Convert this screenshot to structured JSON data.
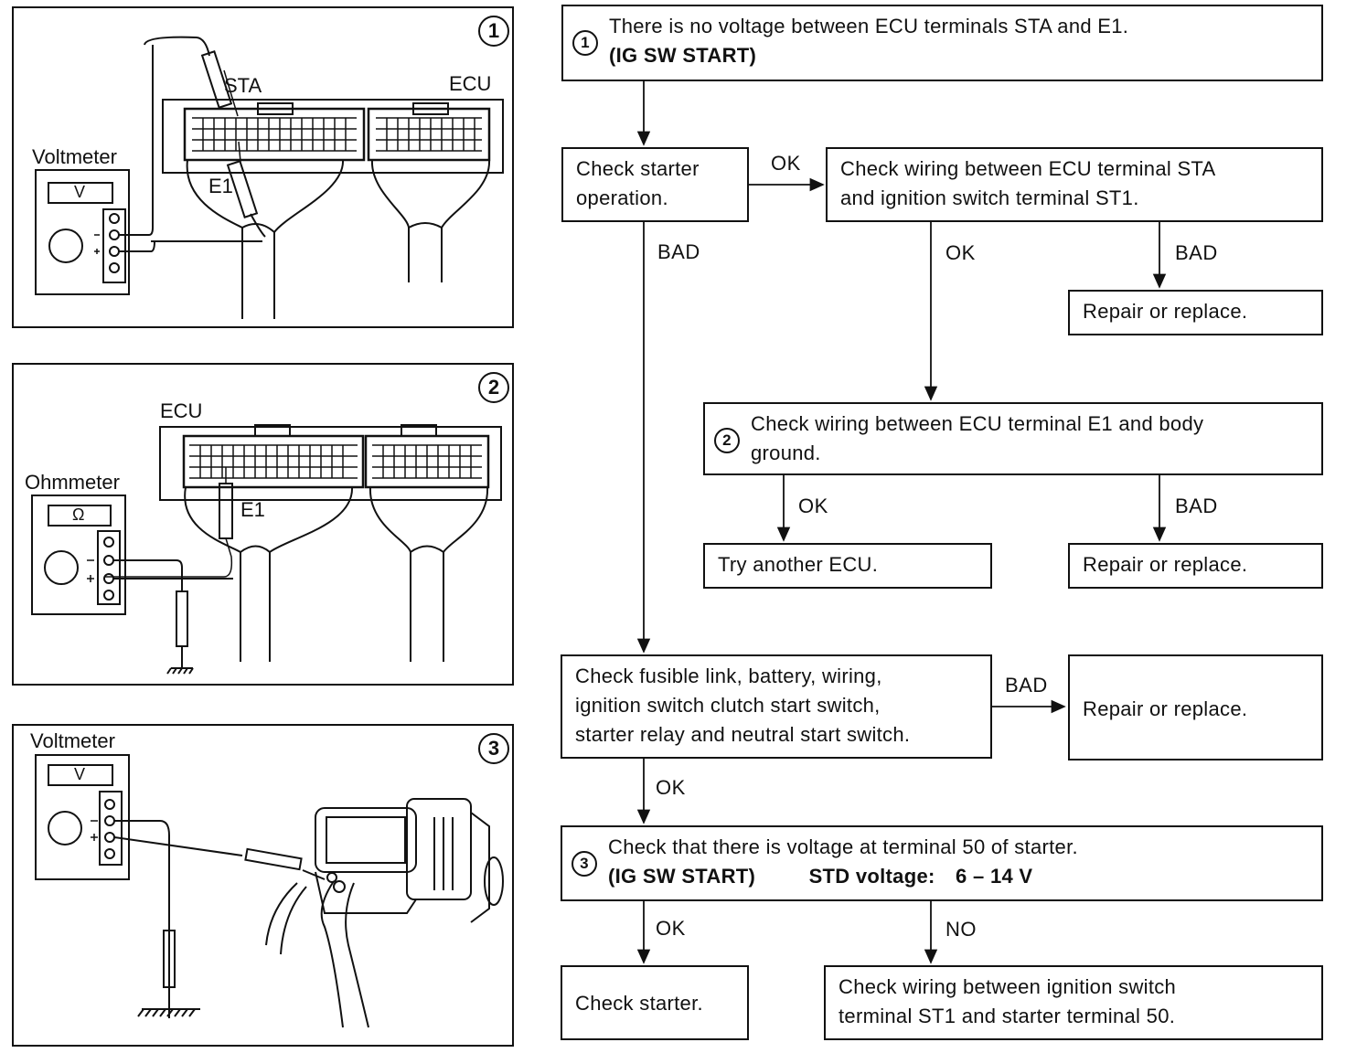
{
  "panels": [
    {
      "number": "1",
      "meter": "Voltmeter",
      "meter_symbol": "V",
      "labels": [
        "STA",
        "ECU",
        "E1"
      ]
    },
    {
      "number": "2",
      "meter": "Ohmmeter",
      "meter_symbol": "Ω",
      "labels": [
        "ECU",
        "E1"
      ]
    },
    {
      "number": "3",
      "meter": "Voltmeter",
      "meter_symbol": "V"
    }
  ],
  "flow": {
    "step1": {
      "marker": "1",
      "text": "There is no voltage between ECU terminals STA and E1.",
      "condition": "(IG SW START)"
    },
    "check_starter_operation": {
      "line1": "Check starter",
      "line2": "operation."
    },
    "check_wiring_sta": {
      "line1": "Check wiring between ECU terminal STA",
      "line2": "and ignition switch terminal ST1."
    },
    "repair1": "Repair or replace.",
    "step2": {
      "marker": "2",
      "line1": "Check wiring between ECU terminal E1 and body",
      "line2": "ground."
    },
    "try_another_ecu": "Try another ECU.",
    "repair2": "Repair or replace.",
    "check_fusible": {
      "line1": "Check fusible link, battery, wiring,",
      "line2": "ignition switch clutch start switch,",
      "line3": "starter relay and neutral start switch."
    },
    "repair3": "Repair or replace.",
    "step3": {
      "marker": "3",
      "text": "Check that there is voltage at terminal 50 of starter.",
      "condition": "(IG SW START)",
      "std_label": "STD voltage:",
      "std_value": "6 – 14 V"
    },
    "check_starter": "Check starter.",
    "check_wiring_st1": {
      "line1": "Check wiring between ignition switch",
      "line2": "terminal ST1 and starter terminal 50."
    },
    "edges": {
      "ok_sta": "OK",
      "bad_starter": "BAD",
      "ok_wiring": "OK",
      "bad_wiring": "BAD",
      "ok_e1": "OK",
      "bad_e1": "BAD",
      "bad_fusible": "BAD",
      "ok_fusible": "OK",
      "ok_step3": "OK",
      "no_step3": "NO"
    }
  }
}
